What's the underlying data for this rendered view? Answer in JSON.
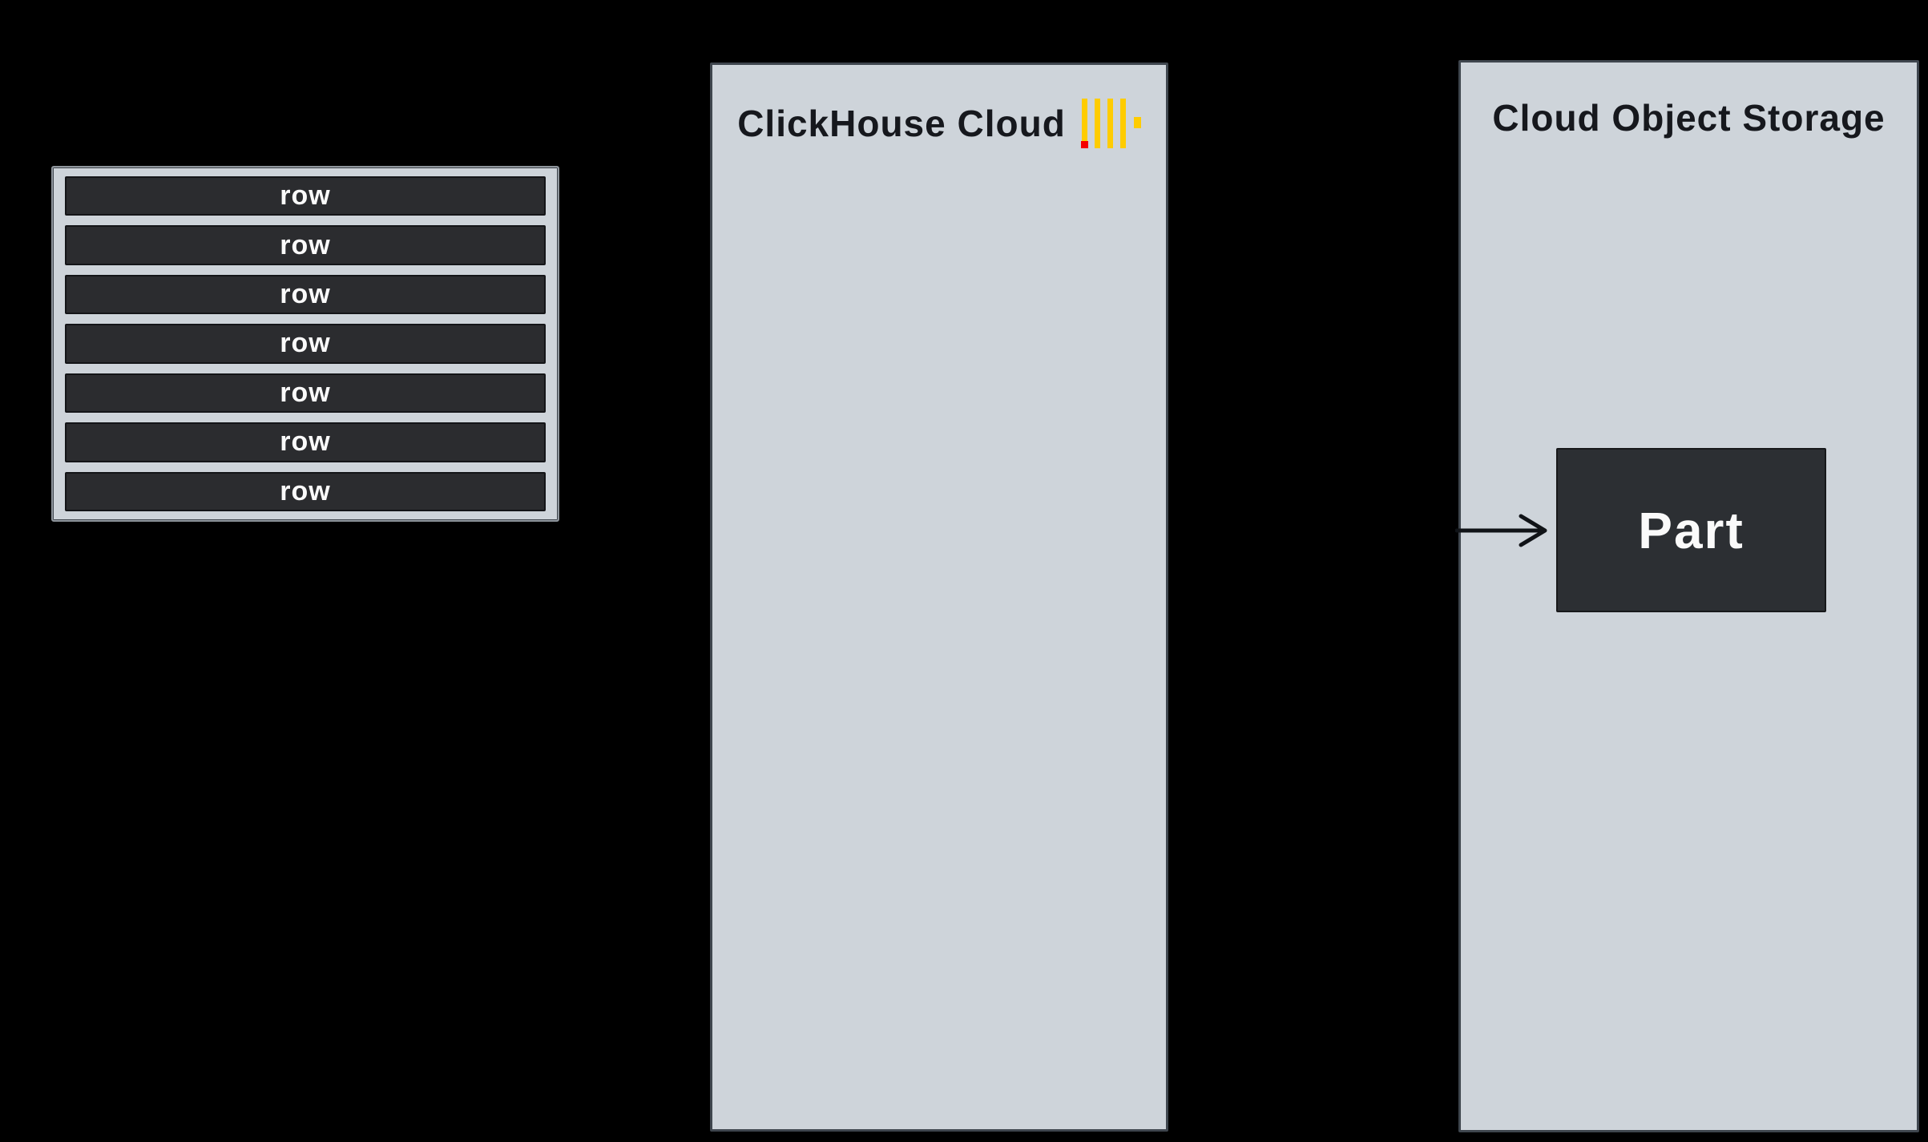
{
  "diagram": {
    "background": "#000000",
    "insert_table": {
      "rows": [
        "row",
        "row",
        "row",
        "row",
        "row",
        "row",
        "row"
      ]
    },
    "clickhouse_panel": {
      "title": "ClickHouse Cloud",
      "logo": {
        "name": "clickhouse-logo",
        "bar_count": 4,
        "bar_color": "#ffcc00",
        "accent_color": "#f50000",
        "has_side_dot": true
      }
    },
    "storage_panel": {
      "title": "Cloud Object Storage",
      "part_box": {
        "label": "Part"
      }
    },
    "colors": {
      "panel_fill": "#ced4da",
      "panel_border": "#3f464e",
      "dark_fill": "#2b2c2f",
      "dark_border": "#141518",
      "title_text": "#16181d",
      "light_text": "#fafafa",
      "arrow": "#101317"
    }
  }
}
